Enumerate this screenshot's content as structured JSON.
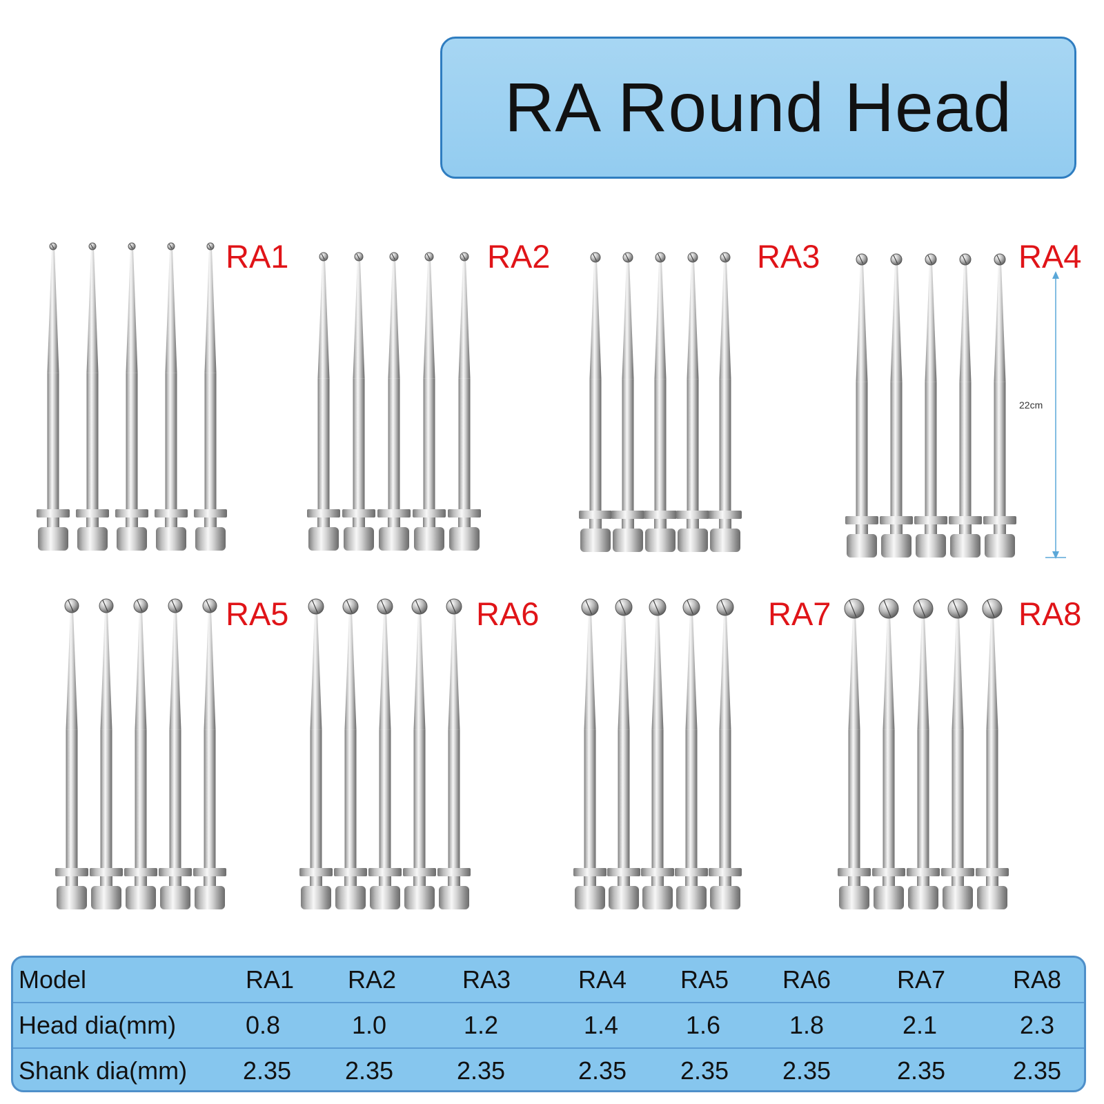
{
  "title": "RA Round Head",
  "measure_label": "22cm",
  "groups": [
    {
      "label": "RA1"
    },
    {
      "label": "RA2"
    },
    {
      "label": "RA3"
    },
    {
      "label": "RA4"
    },
    {
      "label": "RA5"
    },
    {
      "label": "RA6"
    },
    {
      "label": "RA7"
    },
    {
      "label": "RA8"
    }
  ],
  "table": {
    "row_headers": [
      "Model",
      "Head dia(mm)",
      "Shank dia(mm)"
    ],
    "models": [
      "RA1",
      "RA2",
      "RA3",
      "RA4",
      "RA5",
      "RA6",
      "RA7",
      "RA8"
    ],
    "head_dia": [
      "0.8",
      "1.0",
      "1.2",
      "1.4",
      "1.6",
      "1.8",
      "2.1",
      "2.3"
    ],
    "shank_dia": [
      "2.35",
      "2.35",
      "2.35",
      "2.35",
      "2.35",
      "2.35",
      "2.35",
      "2.35"
    ]
  },
  "colors": {
    "title_bg": "#93ccf0",
    "title_border": "#2f7dc0",
    "label_red": "#e01418",
    "table_bg": "#86c6ee",
    "steel_light": "#f2f2f2",
    "steel_dark": "#6f6f6f"
  }
}
